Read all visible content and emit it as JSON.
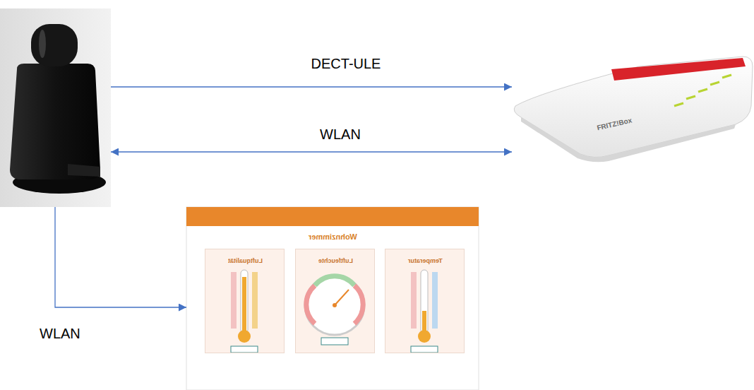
{
  "diagram": {
    "nodes": [
      {
        "text": []
      },
      {
        "text": [
          "FRITZ!Box"
        ]
      },
      {
        "text": [
          "Wohnzimmer"
        ]
      },
      {
        "text": [
          "Luftqualität"
        ],
        "in": 2
      },
      {
        "text": [
          "Luftfeuchte"
        ],
        "in": 2
      },
      {
        "text": [
          "Temperatur"
        ],
        "in": 2
      }
    ],
    "edges": [
      {
        "from": 0,
        "to": 1,
        "label": "DECT-ULE",
        "arrow": "to"
      },
      {
        "from": 0,
        "to": 1,
        "label": "WLAN",
        "arrow": "both"
      },
      {
        "from": 0,
        "to": 2,
        "label": "WLAN",
        "arrow": "to"
      }
    ]
  }
}
